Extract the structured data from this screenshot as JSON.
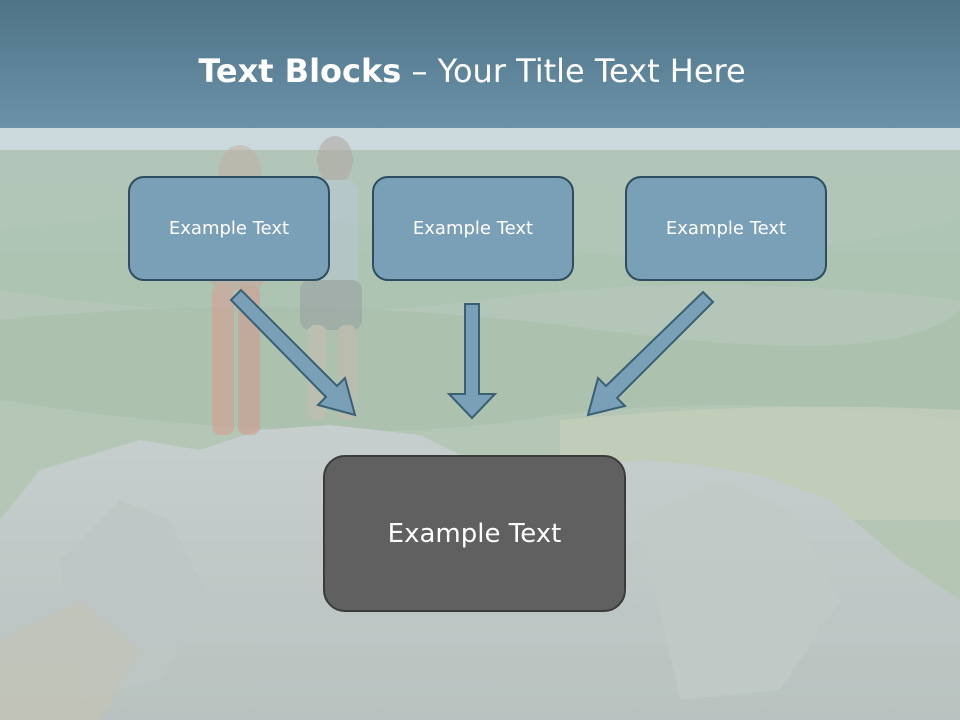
{
  "slide": {
    "title_bold": "Text Blocks",
    "title_separator": " – ",
    "title_rest": "Your Title Text Here"
  },
  "boxes": {
    "left": "Example Text",
    "middle": "Example Text",
    "right": "Example Text",
    "center": "Example Text"
  },
  "colors": {
    "header": "#5e8399",
    "box_fill": "#7aa0b7",
    "box_border": "#2f4d60",
    "center_fill": "#606060",
    "arrow_fill": "#7aa0b7"
  },
  "icons": {
    "arrows": [
      "arrow-down-right-icon",
      "arrow-down-icon",
      "arrow-down-left-icon"
    ]
  }
}
